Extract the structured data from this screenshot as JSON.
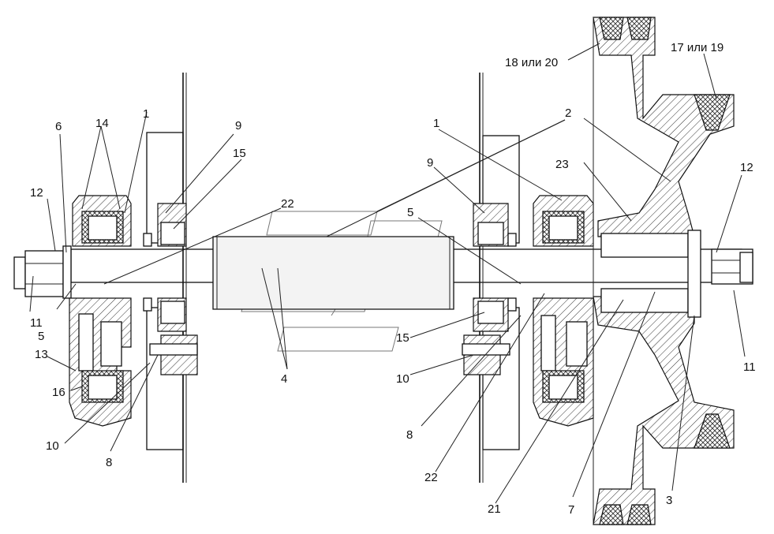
{
  "labels": {
    "l1a": "1",
    "l1b": "1",
    "l2": "2",
    "l3": "3",
    "l4": "4",
    "l5a": "5",
    "l5b": "5",
    "l6": "6",
    "l7": "7",
    "l8a": "8",
    "l8b": "8",
    "l9a": "9",
    "l9b": "9",
    "l10a": "10",
    "l10b": "10",
    "l11a": "11",
    "l11b": "11",
    "l12a": "12",
    "l12b": "12",
    "l13": "13",
    "l14": "14",
    "l15a": "15",
    "l15b": "15",
    "l16": "16",
    "l1719": "17 или 19",
    "l1820": "18 или 20",
    "l21": "21",
    "l22a": "22",
    "l22b": "22",
    "l23": "23"
  }
}
